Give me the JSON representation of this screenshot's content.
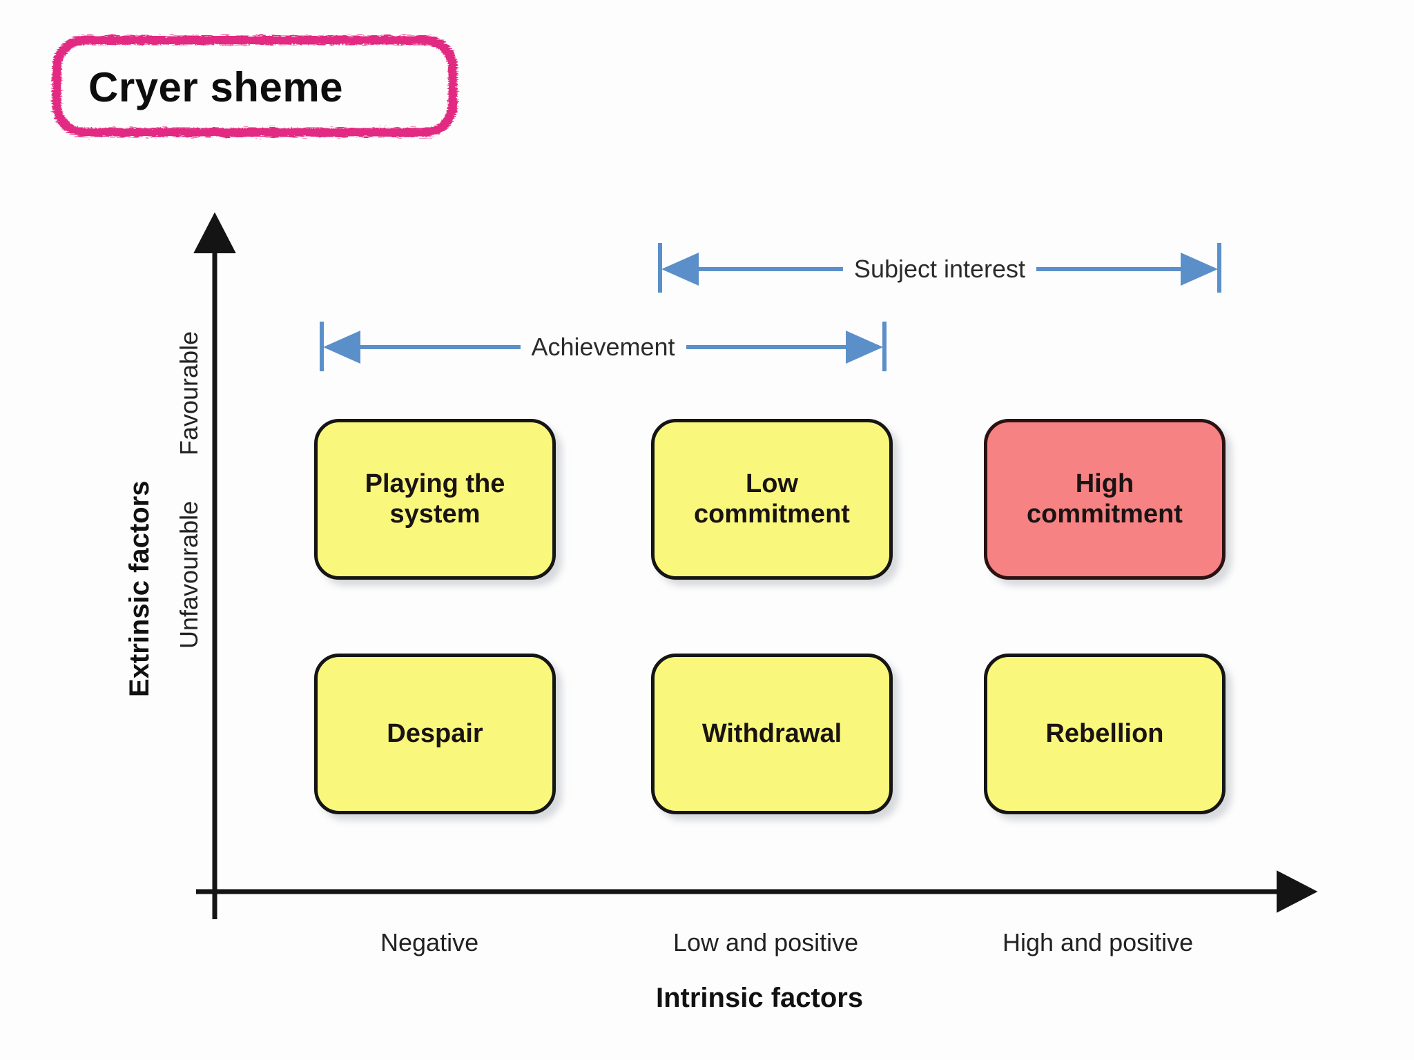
{
  "title": {
    "text": "Cryer sheme",
    "border_color": "#E22B82"
  },
  "chart_data": {
    "type": "table",
    "title": "Cryer sheme",
    "xlabel": "Intrinsic factors",
    "ylabel": "Extrinsic factors",
    "x_categories": [
      "Negative",
      "Low and positive",
      "High and positive"
    ],
    "y_categories": [
      "Favourable",
      "Unfavourable"
    ],
    "grid": false,
    "legend": "none",
    "cells": [
      {
        "row": "Favourable",
        "col": "Negative",
        "label": "Playing the\nsystem",
        "fill": "#F9F87C",
        "stroke": "#151515"
      },
      {
        "row": "Favourable",
        "col": "Low and positive",
        "label": "Low commitment",
        "fill": "#F9F87C",
        "stroke": "#151515"
      },
      {
        "row": "Favourable",
        "col": "High and positive",
        "label": "High commitment",
        "fill": "#F78283",
        "stroke": "#2b1212"
      },
      {
        "row": "Unfavourable",
        "col": "Negative",
        "label": "Despair",
        "fill": "#F9F87C",
        "stroke": "#151515"
      },
      {
        "row": "Unfavourable",
        "col": "Low and positive",
        "label": "Withdrawal",
        "fill": "#F9F87C",
        "stroke": "#151515"
      },
      {
        "row": "Unfavourable",
        "col": "High and positive",
        "label": "Rebellion",
        "fill": "#F9F87C",
        "stroke": "#151515"
      }
    ],
    "annotations": [
      {
        "label": "Subject interest",
        "spans": [
          "Low and positive",
          "High and positive"
        ],
        "color": "#5B8FC9"
      },
      {
        "label": "Achievement",
        "spans": [
          "Negative",
          "Low and positive"
        ],
        "color": "#5B8FC9"
      }
    ]
  },
  "axes": {
    "x_title": "Intrinsic factors",
    "y_title": "Extrinsic factors",
    "x_ticks": [
      "Negative",
      "Low and positive",
      "High and positive"
    ],
    "y_ticks": [
      "Favourable",
      "Unfavourable"
    ],
    "axis_color": "#141414"
  },
  "cells": {
    "playing_the_system_line1": "Playing the",
    "playing_the_system_line2": "system",
    "low_commitment": "Low commitment",
    "high_commitment": "High commitment",
    "despair": "Despair",
    "withdrawal": "Withdrawal",
    "rebellion": "Rebellion"
  },
  "measures": {
    "subject_interest": "Subject interest",
    "achievement": "Achievement"
  }
}
